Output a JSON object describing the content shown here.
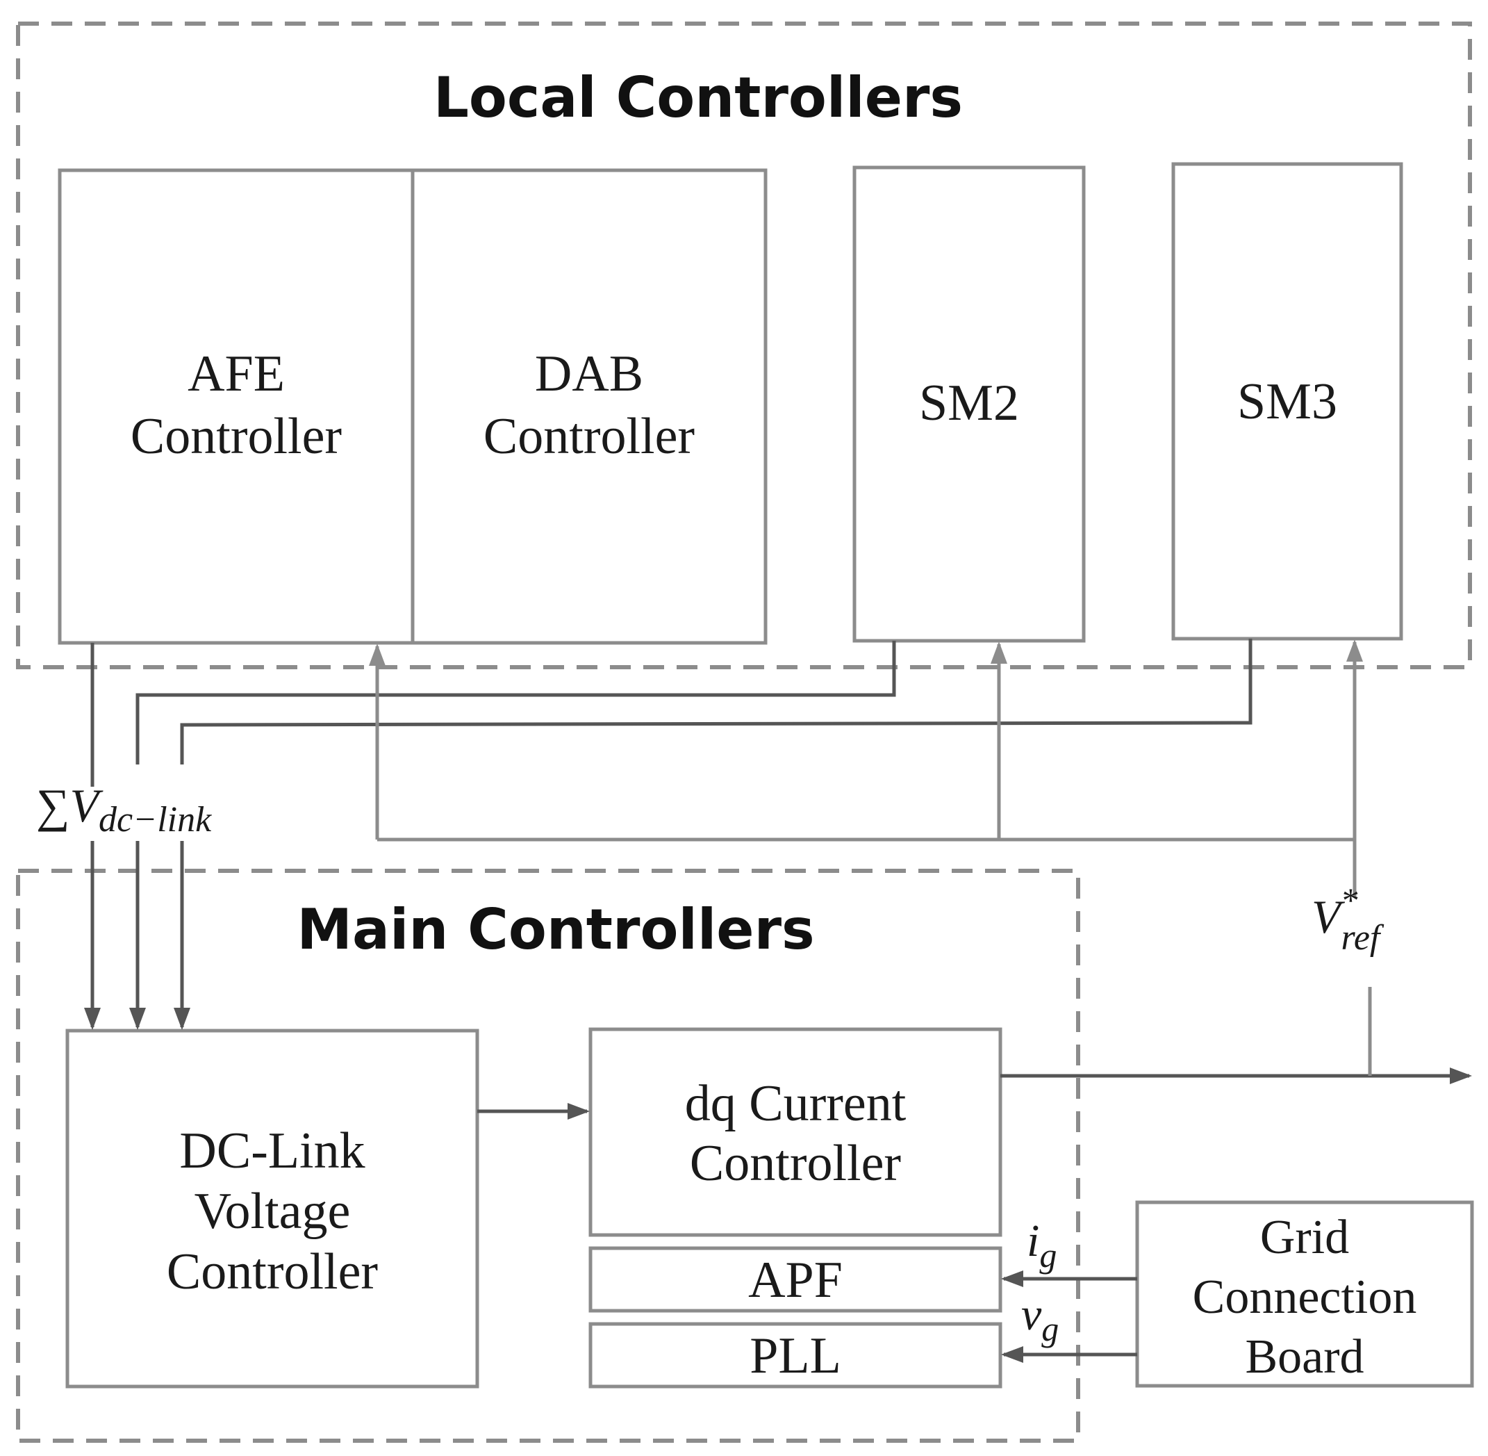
{
  "groups": {
    "local": {
      "title": "Local Controllers"
    },
    "main": {
      "title": "Main Controllers"
    }
  },
  "blocks": {
    "afe": {
      "line1": "AFE",
      "line2": "Controller"
    },
    "dab": {
      "line1": "DAB",
      "line2": "Controller"
    },
    "sm2": {
      "label": "SM2"
    },
    "sm3": {
      "label": "SM3"
    },
    "dclink": {
      "line1": "DC-Link",
      "line2": "Voltage",
      "line3": "Controller"
    },
    "dq": {
      "line1": "dq Current",
      "line2": "Controller"
    },
    "apf": {
      "label": "APF"
    },
    "pll": {
      "label": "PLL"
    },
    "grid": {
      "line1": "Grid",
      "line2": "Connection",
      "line3": "Board"
    }
  },
  "signals": {
    "vdc_sum": {
      "symbol": "∑",
      "base": "V",
      "sub": "dc−link"
    },
    "vref": {
      "base": "V",
      "sup": "*",
      "sub": "ref"
    },
    "ig": {
      "base": "i",
      "sub": "g"
    },
    "vg": {
      "base": "v",
      "sub": "g"
    }
  },
  "colors": {
    "box_border": "#8c8c8c",
    "dashed_border": "#8c8c8c",
    "arrow_dark": "#555555",
    "arrow_light": "#8c8c8c"
  }
}
